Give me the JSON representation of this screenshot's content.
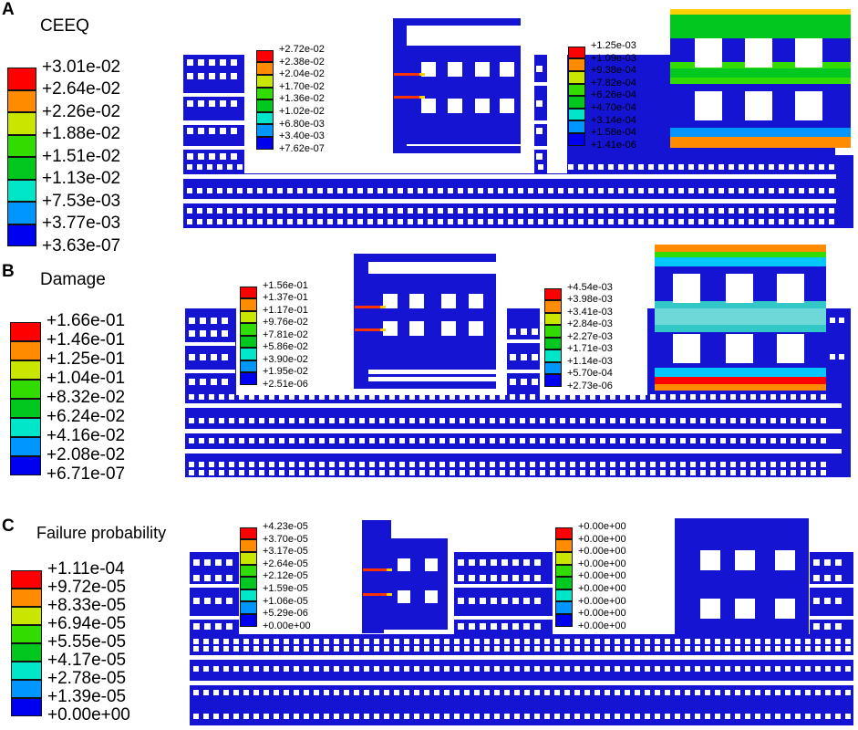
{
  "palette": [
    "#ff0000",
    "#ff8c00",
    "#c8e600",
    "#32dc00",
    "#00c81e",
    "#00e6c8",
    "#0096ff",
    "#0000f0"
  ],
  "panels": [
    {
      "label": "A",
      "title": "CEEQ",
      "main_legend": [
        "+3.01e-02",
        "+2.64e-02",
        "+2.26e-02",
        "+1.88e-02",
        "+1.51e-02",
        "+1.13e-02",
        "+7.53e-03",
        "+3.77e-03",
        "+3.63e-07"
      ],
      "inset_left_legend": [
        "+2.72e-02",
        "+2.38e-02",
        "+2.04e-02",
        "+1.70e-02",
        "+1.36e-02",
        "+1.02e-02",
        "+6.80e-03",
        "+3.40e-03",
        "+7.62e-07"
      ],
      "inset_right_legend": [
        "+1.25e-03",
        "+1.09e-03",
        "+9.38e-04",
        "+7.82e-04",
        "+6.26e-04",
        "+4.70e-04",
        "+3.14e-04",
        "+1.58e-04",
        "+1.41e-06"
      ]
    },
    {
      "label": "B",
      "title": "Damage",
      "main_legend": [
        "+1.66e-01",
        "+1.46e-01",
        "+1.25e-01",
        "+1.04e-01",
        "+8.32e-02",
        "+6.24e-02",
        "+4.16e-02",
        "+2.08e-02",
        "+6.71e-07"
      ],
      "inset_left_legend": [
        "+1.56e-01",
        "+1.37e-01",
        "+1.17e-01",
        "+9.76e-02",
        "+7.81e-02",
        "+5.86e-02",
        "+3.90e-02",
        "+1.95e-02",
        "+2.51e-06"
      ],
      "inset_right_legend": [
        "+4.54e-03",
        "+3.98e-03",
        "+3.41e-03",
        "+2.84e-03",
        "+2.27e-03",
        "+1.71e-03",
        "+1.14e-03",
        "+5.70e-04",
        "+2.73e-06"
      ]
    },
    {
      "label": "C",
      "title": "Failure probability",
      "main_legend": [
        "+1.11e-04",
        "+9.72e-05",
        "+8.33e-05",
        "+6.94e-05",
        "+5.55e-05",
        "+4.17e-05",
        "+2.78e-05",
        "+1.39e-05",
        "+0.00e+00"
      ],
      "inset_left_legend": [
        "+4.23e-05",
        "+3.70e-05",
        "+3.17e-05",
        "+2.64e-05",
        "+2.12e-05",
        "+1.59e-05",
        "+1.06e-05",
        "+5.29e-06",
        "+0.00e+00"
      ],
      "inset_right_legend": [
        "+0.00e+00",
        "+0.00e+00",
        "+0.00e+00",
        "+0.00e+00",
        "+0.00e+00",
        "+0.00e+00",
        "+0.00e+00",
        "+0.00e+00",
        "+0.00e+00"
      ]
    }
  ]
}
